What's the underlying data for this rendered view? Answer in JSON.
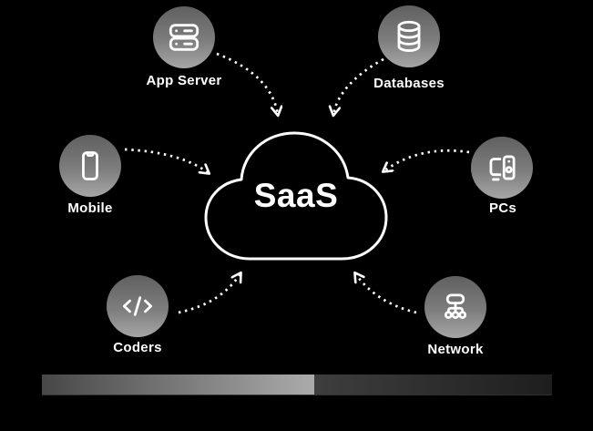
{
  "diagram": {
    "cloud_label": "SaaS",
    "nodes": [
      {
        "id": "app-server",
        "label": "App Server",
        "icon": "server-icon"
      },
      {
        "id": "databases",
        "label": "Databases",
        "icon": "database-icon"
      },
      {
        "id": "mobile",
        "label": "Mobile",
        "icon": "smartphone-icon"
      },
      {
        "id": "pcs",
        "label": "PCs",
        "icon": "desktop-tower-icon"
      },
      {
        "id": "coders",
        "label": "Coders",
        "icon": "code-icon"
      },
      {
        "id": "network",
        "label": "Network",
        "icon": "network-tree-icon"
      }
    ],
    "edges": [
      {
        "from": "App Server",
        "to": "SaaS"
      },
      {
        "from": "Databases",
        "to": "SaaS"
      },
      {
        "from": "Mobile",
        "to": "SaaS"
      },
      {
        "from": "PCs",
        "to": "SaaS"
      },
      {
        "from": "Coders",
        "to": "SaaS"
      },
      {
        "from": "Network",
        "to": "SaaS"
      }
    ]
  },
  "colors": {
    "background": "#000000",
    "line_stroke": "#ffffff",
    "label_text": "#ffffff",
    "node_gradient_top": "#606060",
    "node_gradient_bottom": "#a6a6a6",
    "bar_left_start": "#474747",
    "bar_left_end": "#ababab",
    "bar_right_start": "#3e3e3e",
    "bar_right_end": "#1e1e1e"
  }
}
